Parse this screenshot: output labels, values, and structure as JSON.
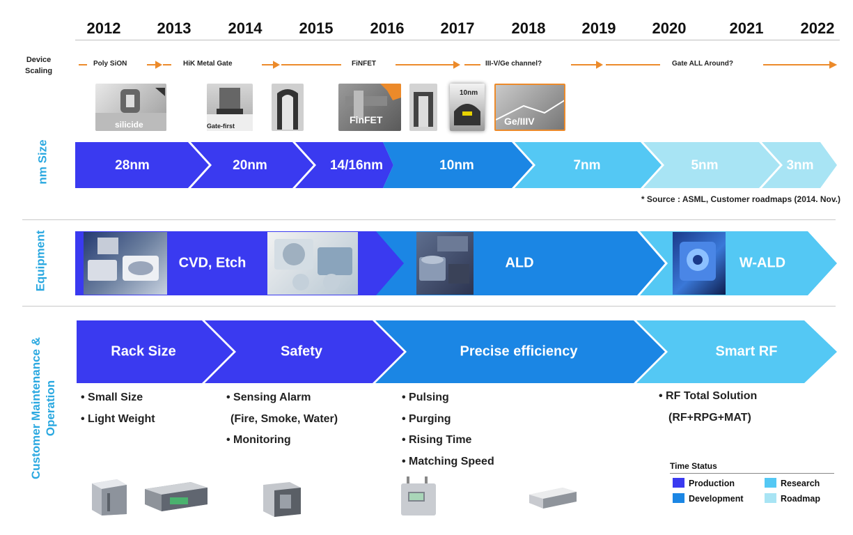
{
  "colors": {
    "production": "#3a3af0",
    "development": "#1b86e4",
    "research": "#54c8f4",
    "roadmap": "#a8e4f4",
    "accent_orange": "#ec8a2a",
    "side_label": "#2aa8e0"
  },
  "years": [
    "2012",
    "2013",
    "2014",
    "2015",
    "2016",
    "2017",
    "2018",
    "2019",
    "2020",
    "2021",
    "2022"
  ],
  "device_scaling": {
    "label_line1": "Device",
    "label_line2": "Scaling",
    "stages": [
      "Poly SiON",
      "HiK Metal Gate",
      "FiNFET",
      "III-V/Ge channel?",
      "Gate ALL Around?"
    ],
    "images": [
      {
        "caption": "silicide",
        "icon": "transistor-cross-section"
      },
      {
        "caption": "Gate-first",
        "icon": "transistor-cross-section"
      },
      {
        "caption": "",
        "icon": "transistor-cross-section"
      },
      {
        "caption": "FinFET",
        "icon": "finfet-structure"
      },
      {
        "caption": "",
        "icon": "transistor-cross-section"
      },
      {
        "caption": "10nm",
        "icon": "transistor-cross-section"
      },
      {
        "caption": "Ge/IIIV",
        "icon": "channel-structure"
      }
    ]
  },
  "nm_size": {
    "side_label": "nm Size",
    "nodes": [
      {
        "label": "28nm",
        "status": "production"
      },
      {
        "label": "20nm",
        "status": "production"
      },
      {
        "label": "14/16nm",
        "status": "production"
      },
      {
        "label": "10nm",
        "status": "development"
      },
      {
        "label": "7nm",
        "status": "research"
      },
      {
        "label": "5nm",
        "status": "roadmap"
      },
      {
        "label": "3nm",
        "status": "roadmap"
      }
    ],
    "source": "* Source : ASML, Customer roadmaps (2014. Nov.)"
  },
  "equipment": {
    "side_label": "Equipment",
    "stages": [
      {
        "label": "CVD, Etch",
        "status": "production"
      },
      {
        "label": "ALD",
        "status": "development"
      },
      {
        "label": "W-ALD",
        "status": "research"
      }
    ],
    "photos": [
      "equipment-photo",
      "equipment-photo",
      "equipment-photo",
      "equipment-photo"
    ]
  },
  "maintenance": {
    "side_label_line1": "Customer Maintenance &",
    "side_label_line2": "Operation",
    "stages": [
      {
        "label": "Rack Size",
        "status": "production",
        "bullets": [
          "• Small Size",
          "• Light Weight"
        ]
      },
      {
        "label": "Safety",
        "status": "production",
        "bullets": [
          "• Sensing Alarm",
          "(Fire, Smoke, Water)",
          "• Monitoring"
        ]
      },
      {
        "label": "Precise efficiency",
        "status": "development",
        "bullets": [
          "• Pulsing",
          "• Purging",
          "• Rising Time",
          "• Matching Speed"
        ]
      },
      {
        "label": "Smart RF",
        "status": "research",
        "bullets": [
          "• RF Total Solution",
          "(RF+RPG+MAT)"
        ]
      }
    ],
    "devices": [
      "rf-generator-unit",
      "rf-generator-unit",
      "rf-generator-unit",
      "rf-generator-unit",
      "rf-generator-unit"
    ]
  },
  "legend": {
    "title": "Time Status",
    "items": [
      {
        "label": "Production",
        "status": "production"
      },
      {
        "label": "Development",
        "status": "development"
      },
      {
        "label": "Research",
        "status": "research"
      },
      {
        "label": "Roadmap",
        "status": "roadmap"
      }
    ]
  }
}
